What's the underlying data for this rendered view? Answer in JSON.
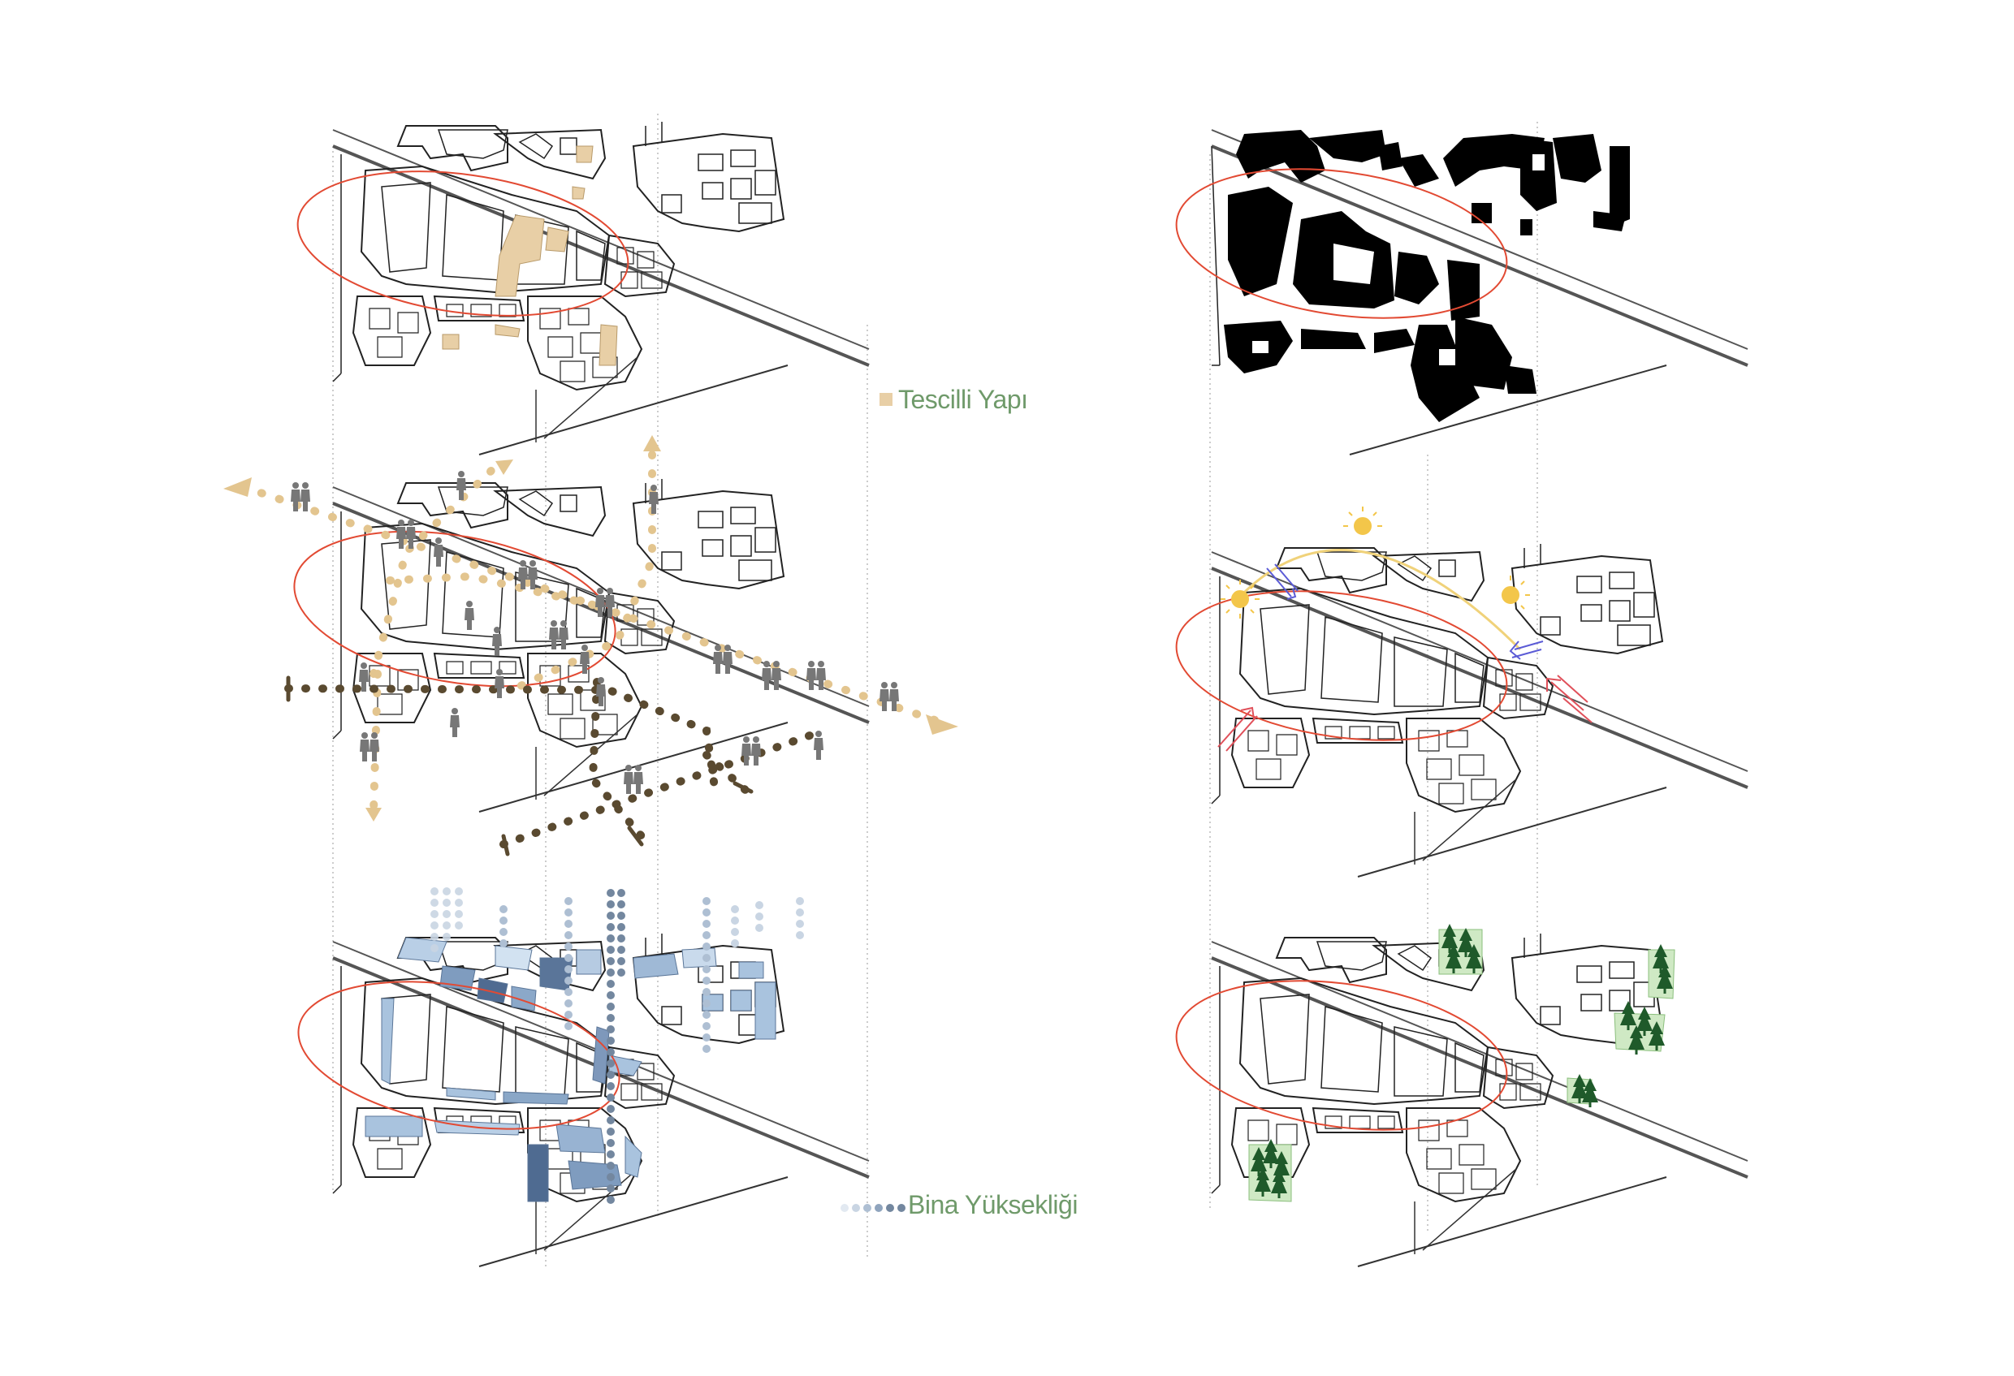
{
  "legend": {
    "tescilli_label": "Tescilli Yapı",
    "tescilli_color": "#e8cfa6",
    "bina_label": "Bina Yüksekliği",
    "bina_colors": [
      "#e2e9f1",
      "#c9d5e3",
      "#aebfd3",
      "#8fa4bd",
      "#73879f"
    ]
  },
  "colors": {
    "outline": "#1a1a1a",
    "road": "#555555",
    "focus_ellipse": "#e24a33",
    "pedestrian_route": "#e3c58f",
    "vehicle_route": "#5a4a30",
    "figure_ground": "#000000",
    "height_fill": "#a9c3de",
    "sun": "#f3c64a",
    "sun_path": "#f0d27a",
    "wind_cool": "#5b5bd6",
    "wind_warm": "#e0505a",
    "tree": "#1f5a2a",
    "green_area": "#cfe9c4"
  },
  "panels": [
    {
      "id": "registered-buildings",
      "icons": [
        "square-legend-icon"
      ]
    },
    {
      "id": "circulation",
      "icons": [
        "person-icon",
        "arrow-icon"
      ]
    },
    {
      "id": "building-height",
      "icons": [
        "dot-column-icon"
      ]
    },
    {
      "id": "figure-ground",
      "icons": []
    },
    {
      "id": "climate",
      "icons": [
        "sun-icon",
        "wind-arrow-icon"
      ]
    },
    {
      "id": "green-areas",
      "icons": [
        "tree-icon"
      ]
    }
  ]
}
